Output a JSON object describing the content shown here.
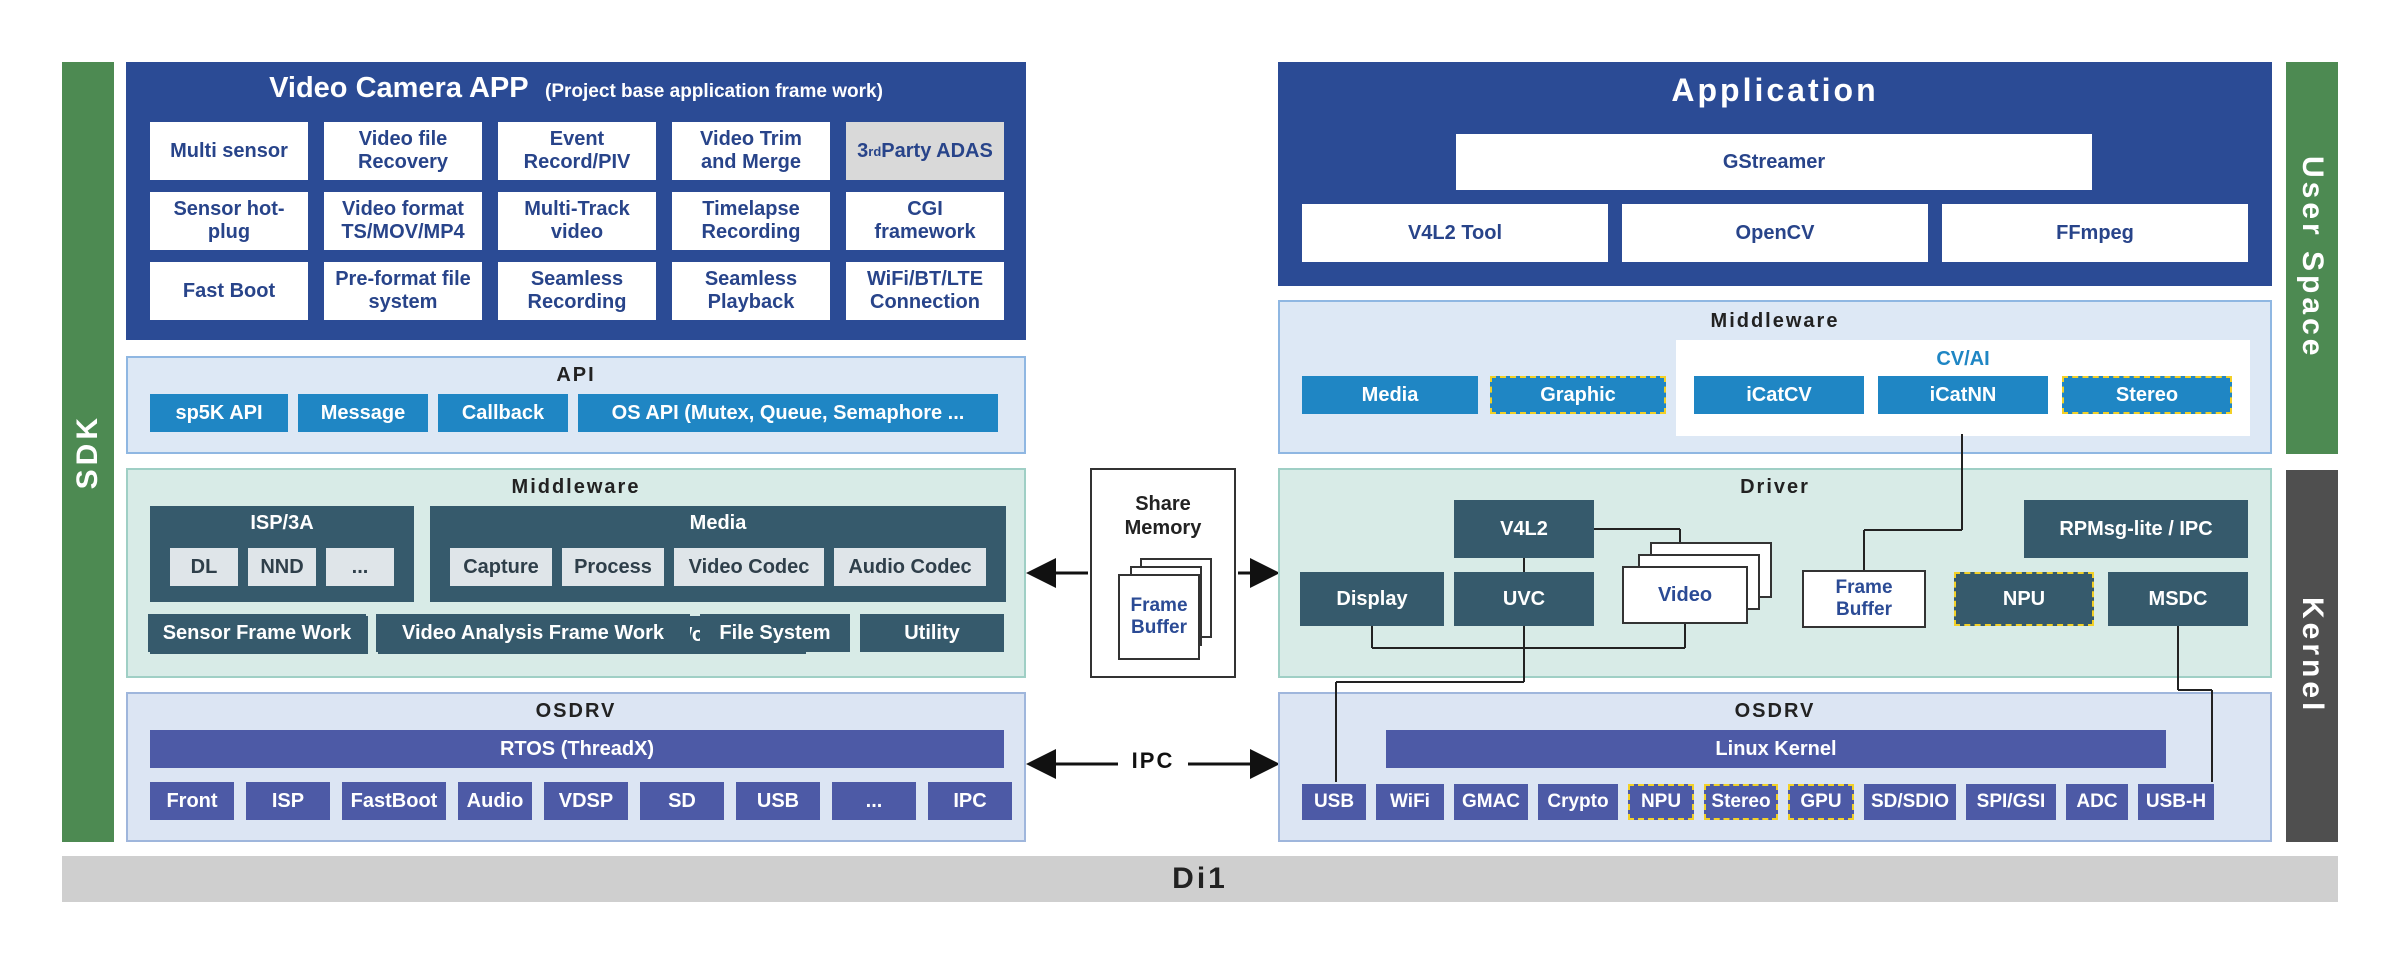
{
  "side_labels": {
    "sdk": "SDK",
    "user_space": "User Space",
    "kernel": "Kernel"
  },
  "bottom_bar": "Di1",
  "left": {
    "app": {
      "title": "Video Camera APP",
      "subtitle": "(Project base application frame work)",
      "cells": [
        "Multi sensor",
        "Video file\nRecovery",
        "Event\nRecord/PIV",
        "Video Trim\nand Merge",
        "3rd Party ADAS",
        "Sensor hot-\nplug",
        "Video format\nTS/MOV/MP4",
        "Multi-Track\nvideo",
        "Timelapse\nRecording",
        "CGI\nframework",
        "Fast Boot",
        "Pre-format file\nsystem",
        "Seamless\nRecording",
        "Seamless\nPlayback",
        "WiFi/BT/LTE\nConnection"
      ]
    },
    "api": {
      "title": "API",
      "items": [
        "sp5K API",
        "Message",
        "Callback",
        "OS API (Mutex, Queue, Semaphore ..."
      ]
    },
    "middleware": {
      "title": "Middleware",
      "isp": {
        "title": "ISP/3A",
        "items": [
          "DL",
          "NND",
          "..."
        ]
      },
      "media": {
        "title": "Media",
        "items": [
          "Capture",
          "Process",
          "Video Codec",
          "Audio Codec"
        ]
      },
      "bottom": [
        "Sensor Frame Work",
        "Video Analysis Frame Work",
        "File System",
        "Utility"
      ]
    },
    "osdrv": {
      "title": "OSDRV",
      "rtos": "RTOS (ThreadX)",
      "items": [
        "Front",
        "ISP",
        "FastBoot",
        "Audio",
        "VDSP",
        "SD",
        "USB",
        "...",
        "IPC"
      ]
    }
  },
  "center": {
    "share_memory": "Share\nMemory",
    "frame_buffer": "Frame\nBuffer",
    "ipc": "IPC"
  },
  "right": {
    "application": {
      "title": "Application",
      "gstreamer": "GStreamer",
      "tools": [
        "V4L2 Tool",
        "OpenCV",
        "FFmpeg"
      ]
    },
    "middleware": {
      "title": "Middleware",
      "cvai_title": "CV/AI",
      "items": [
        "Media",
        "Graphic",
        "iCatCV",
        "iCatNN",
        "Stereo"
      ]
    },
    "driver": {
      "title": "Driver",
      "v4l2": "V4L2",
      "rpmsg": "RPMsg-lite / IPC",
      "display": "Display",
      "uvc": "UVC",
      "video": "Video",
      "frame_buffer": "Frame\nBuffer",
      "npu": "NPU",
      "msdc": "MSDC"
    },
    "osdrv": {
      "title": "OSDRV",
      "kernel": "Linux Kernel",
      "items": [
        "USB",
        "WiFi",
        "GMAC",
        "Crypto",
        "NPU",
        "Stereo",
        "GPU",
        "SD/SDIO",
        "SPI/GSI",
        "ADC",
        "USB-H"
      ]
    }
  },
  "colors": {
    "dark_blue": "#2b4b95",
    "bright_blue": "#1f86c4",
    "teal": "#365a6c",
    "navy_chip": "#4d5aa6",
    "green_side": "#4d8a52",
    "kernel_side": "#4f4f4f",
    "bottom_bar": "#cfcfcf",
    "dashed": "#f2d027"
  }
}
